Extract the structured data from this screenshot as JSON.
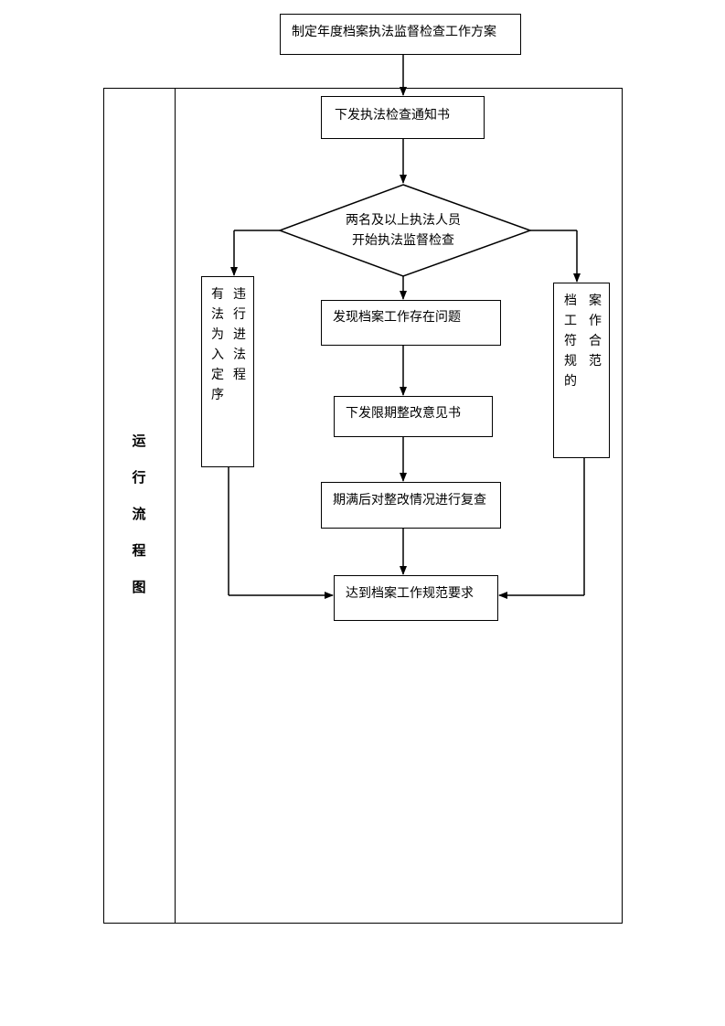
{
  "flow": {
    "plan": "制定年度档案执法监督检查工作方案",
    "notice": "下发执法检查通知书",
    "decision_line1": "两名及以上执法人员",
    "decision_line2": "开始执法监督检查",
    "problem": "发现档案工作存在问题",
    "rectify": "下发限期整改意见书",
    "recheck": "期满后对整改情况进行复查",
    "result": "达到档案工作规范要求",
    "left_col1": "违行进法程",
    "left_col2": "有法为入定序",
    "right_col1": "案作合范",
    "right_col2": "档工符规的"
  },
  "side_label": "运行流程图"
}
